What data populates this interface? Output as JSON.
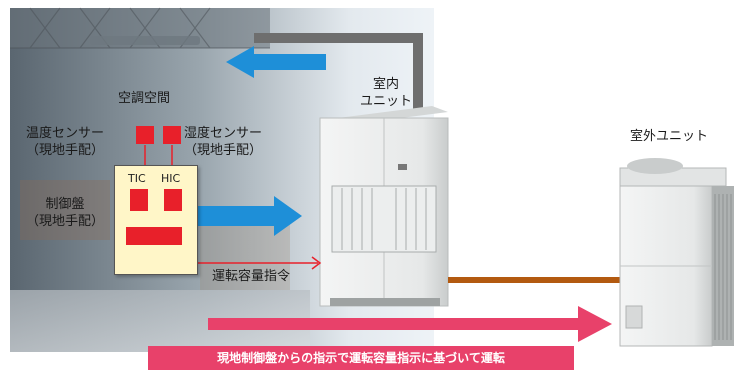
{
  "labels": {
    "air_space": "空調空間",
    "indoor_unit": [
      "室内",
      "ユニット"
    ],
    "outdoor_unit": "室外ユニット",
    "sensor_left": [
      "温度センサー",
      "（現地手配）"
    ],
    "sensor_right": [
      "湿度センサー",
      "（現地手配）"
    ],
    "control_panel": [
      "制御盤",
      "（現地手配）"
    ],
    "tic": "TIC",
    "hic": "HIC",
    "capacity_command": "運転容量指令"
  },
  "banner": "現地制御盤からの指示で運転容量指示に基づいて運転",
  "colors": {
    "accent_red": "#e8202a",
    "arrow_blue": "#1e8fd8",
    "banner_pink": "#e8416a",
    "duct_gray": "#6e6e6e",
    "pipe_brown": "#b35a10",
    "panel_fill": "#fff6c8"
  }
}
